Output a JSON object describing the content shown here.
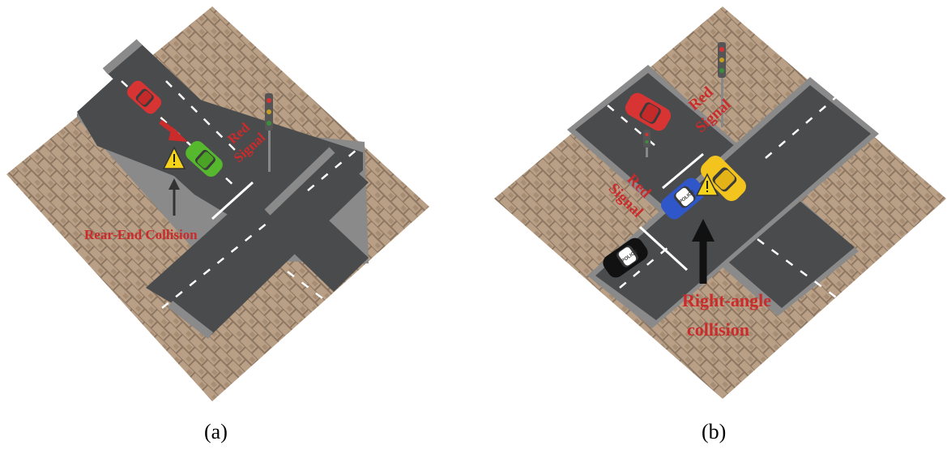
{
  "panels": [
    {
      "caption": "(a)",
      "signal_label": [
        "Red",
        "Signal"
      ],
      "collision_label": "Rear-End Collision"
    },
    {
      "caption": "(b)",
      "signal_label_top": [
        "Red",
        "Signal"
      ],
      "signal_label_left": [
        "Red",
        "Signal"
      ],
      "collision_label": [
        "Right-angle",
        "collision"
      ],
      "police_text": "POLICE"
    }
  ],
  "colors": {
    "road": "#4a4b4d",
    "sidewalk": "#8a8a8a",
    "paving": "#b89f86",
    "paving_line": "#8d7762",
    "label_red": "#cc2b2b",
    "car_red": "#d93434",
    "car_green": "#55b82d",
    "car_yellow": "#f3c31e",
    "car_blue": "#2f57c9",
    "car_police": "#111111",
    "warning_yellow": "#f6d31b"
  }
}
